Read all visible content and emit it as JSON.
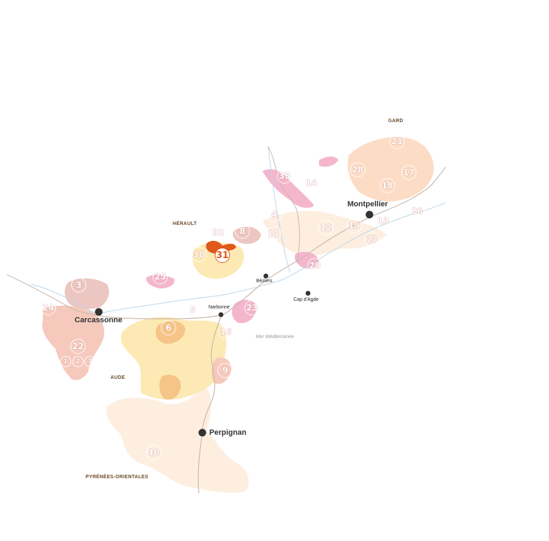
{
  "departments": {
    "gard": "GARD",
    "herault": "HÉRAULT",
    "aude": "AUDE",
    "pyrenees": "PYRÉNÉES-ORIENTALES"
  },
  "cities": {
    "montpellier": "Montpellier",
    "carcassonne": "Carcassonne",
    "perpignan": "Perpignan",
    "beziers": "Béziers",
    "narbonne": "Narbonne",
    "cap_dagde": "Cap d'Agde"
  },
  "sea": "Mer Méditerranée",
  "appellations": [
    "21",
    "28",
    "17",
    "18",
    "33",
    "14",
    "26",
    "4",
    "32",
    "8",
    "12",
    "19",
    "13",
    "27",
    "11",
    "30",
    "31",
    "29",
    "25",
    "3",
    "24",
    "5",
    "23",
    "6",
    "16",
    "22",
    "1",
    "2",
    "7",
    "9",
    "10"
  ],
  "highlighted_appellation": "31",
  "colors": {
    "highlight": "#e0581a",
    "rose_pink": "#f4b6cc",
    "peach": "#fcdcc4",
    "cream": "#fde9cf",
    "yellow": "#fde9b4",
    "orange": "#f6c487",
    "salmon": "#f6c9bd",
    "dusty_rose": "#ecc6c0",
    "river": "#b9d6ea",
    "road": "#c9b9ad",
    "city_dot": "#333333"
  }
}
